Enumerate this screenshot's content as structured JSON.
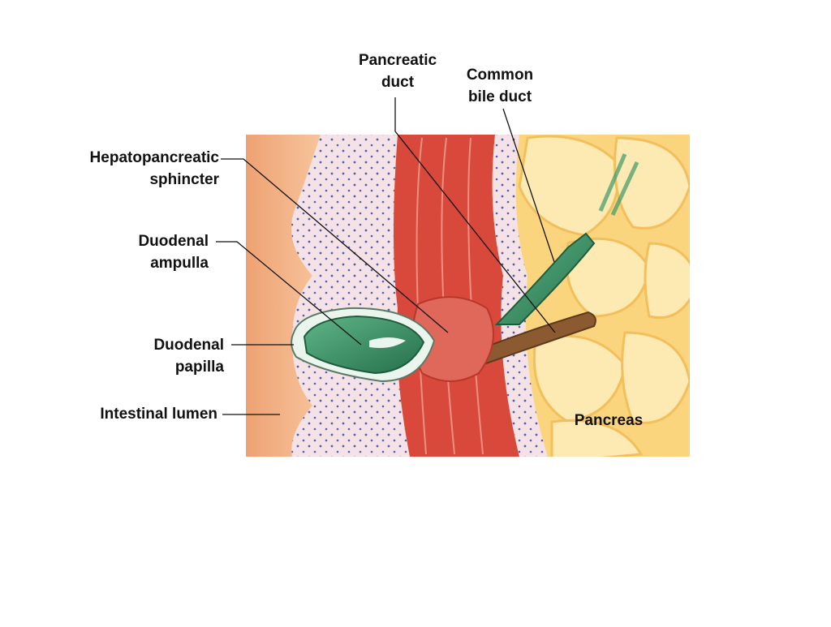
{
  "colors": {
    "lumen": "#f0a878",
    "lumen_light": "#f7c49c",
    "submucosa": "#f5e2e6",
    "dots": "#4f5fb0",
    "muscle": "#d9493b",
    "muscle_light": "#ec8f80",
    "pancreas": "#fbd57e",
    "pancreas_light": "#fde9b2",
    "duct_green": "#2f8a5e",
    "duct_green_light": "#8fd0a8",
    "bile_brown": "#8c5a30",
    "leader": "#111111"
  },
  "labels": {
    "pancreatic_duct": [
      "Pancreatic",
      "duct"
    ],
    "common_bile_duct": [
      "Common",
      "bile duct"
    ],
    "hepatopancreatic_sphincter": [
      "Hepatopancreatic",
      "sphincter"
    ],
    "duodenal_ampulla": [
      "Duodenal",
      "ampulla"
    ],
    "duodenal_papilla": [
      "Duodenal",
      "papilla"
    ],
    "intestinal_lumen": "Intestinal lumen",
    "pancreas": "Pancreas"
  }
}
